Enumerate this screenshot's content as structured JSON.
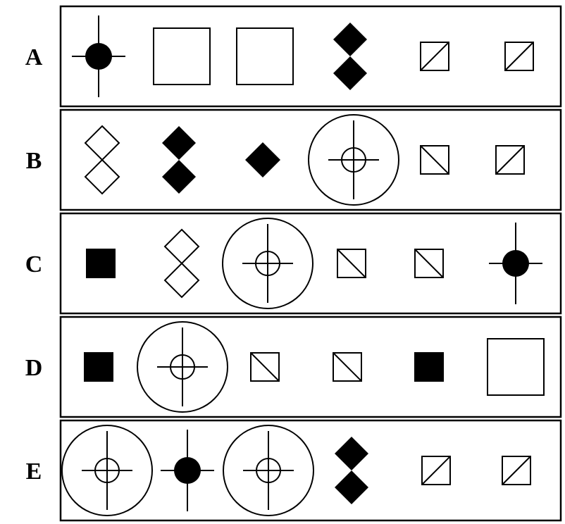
{
  "rows": [
    {
      "label": "A",
      "symbols": [
        "filled-cross-circle",
        "large-square",
        "large-square",
        "double-black-diamond",
        "square-slash-forward",
        "square-slash-forward"
      ]
    },
    {
      "label": "B",
      "symbols": [
        "double-white-diamond",
        "double-black-diamond",
        "single-black-diamond",
        "target-circle",
        "square-slash-back",
        "square-slash-forward"
      ]
    },
    {
      "label": "C",
      "symbols": [
        "small-black-square",
        "double-white-diamond",
        "target-circle",
        "square-slash-back",
        "square-slash-back",
        "filled-cross-circle"
      ]
    },
    {
      "label": "D",
      "symbols": [
        "small-black-square",
        "target-circle",
        "square-slash-back",
        "square-slash-back",
        "small-black-square",
        "large-square"
      ]
    },
    {
      "label": "E",
      "symbols": [
        "target-circle",
        "filled-cross-circle",
        "target-circle",
        "double-black-diamond",
        "square-slash-forward",
        "square-slash-forward"
      ]
    }
  ]
}
